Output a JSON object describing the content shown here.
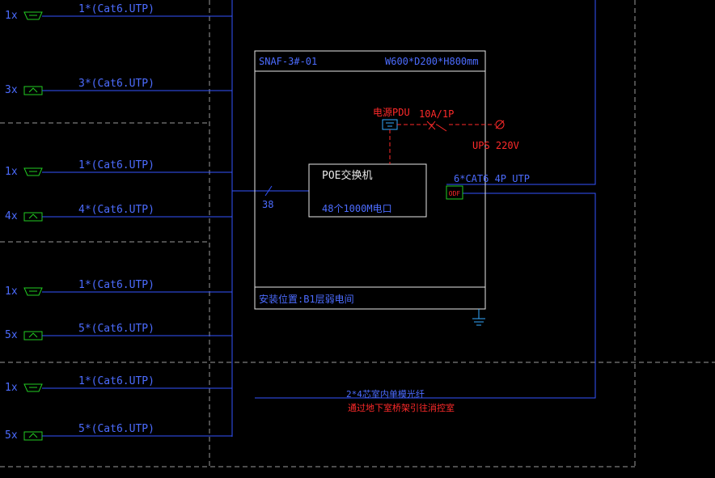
{
  "colors": {
    "background": "#000000",
    "wire": "#3355ff",
    "frame": "#e8e8e8",
    "outlet": "#22cc22",
    "power": "#ff2a2a",
    "dash": "#9a9a9a",
    "ground": "#33aaff"
  },
  "icons": {
    "data_outlet": "data-outlet-icon",
    "dual_outlet": "dual-data-outlet-icon",
    "ground": "ground-icon"
  },
  "outlets": [
    {
      "qty": "1x",
      "cable": "1*(Cat6.UTP)"
    },
    {
      "qty": "3x",
      "cable": "3*(Cat6.UTP)"
    },
    {
      "qty": "1x",
      "cable": "1*(Cat6.UTP)"
    },
    {
      "qty": "4x",
      "cable": "4*(Cat6.UTP)"
    },
    {
      "qty": "1x",
      "cable": "1*(Cat6.UTP)"
    },
    {
      "qty": "5x",
      "cable": "5*(Cat6.UTP)"
    },
    {
      "qty": "1x",
      "cable": "1*(Cat6.UTP)"
    },
    {
      "qty": "5x",
      "cable": "5*(Cat6.UTP)"
    }
  ],
  "cabinet": {
    "id": "SNAF-3#-01",
    "size": "W600*D200*H800mm",
    "location": "安装位置:B1层弱电间"
  },
  "switch": {
    "name": "POE交换机",
    "ports": "48个1000M电口"
  },
  "links": {
    "bundle_count": "38",
    "uplink_cable": "6*CAT6 4P UTP",
    "odf_label": "ODF"
  },
  "power": {
    "pdu": "电源PDU",
    "breaker": "10A/1P",
    "source": "UPS 220V"
  },
  "fiber": {
    "spec": "2*4芯室内单模光纤",
    "route": "通过地下室桥架引往消控室"
  }
}
